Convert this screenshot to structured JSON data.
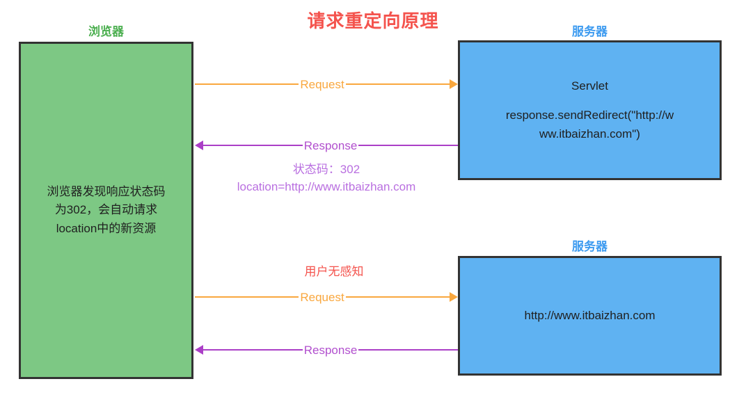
{
  "title": "请求重定向原理",
  "colors": {
    "title": "#f4534d",
    "browser_fill": "#7dc884",
    "server_fill": "#5fb2f2",
    "box_border": "#333333",
    "request_arrow": "#f9a73e",
    "response_arrow": "#ab3fc7",
    "browser_label": "#4caf50",
    "server_label": "#3d9bf0",
    "annotation_purple": "#b96fe0",
    "annotation_red": "#f4534d"
  },
  "browser": {
    "label": "浏览器",
    "body_lines": [
      "浏览器发现响应状态码",
      "为302，会自动请求",
      "location中的新资源"
    ]
  },
  "server_one": {
    "label": "服务器",
    "title": "Servlet",
    "code_lines": [
      "response.sendRedirect(\"http://w",
      "ww.itbaizhan.com\")"
    ]
  },
  "server_two": {
    "label": "服务器",
    "url": "http://www.itbaizhan.com"
  },
  "arrows": {
    "request_top": "Request",
    "response_top": "Response",
    "request_bottom": "Request",
    "response_bottom": "Response"
  },
  "annotations": {
    "status_code": "状态码：302",
    "location": "location=http://www.itbaizhan.com",
    "user_unaware": "用户无感知"
  }
}
